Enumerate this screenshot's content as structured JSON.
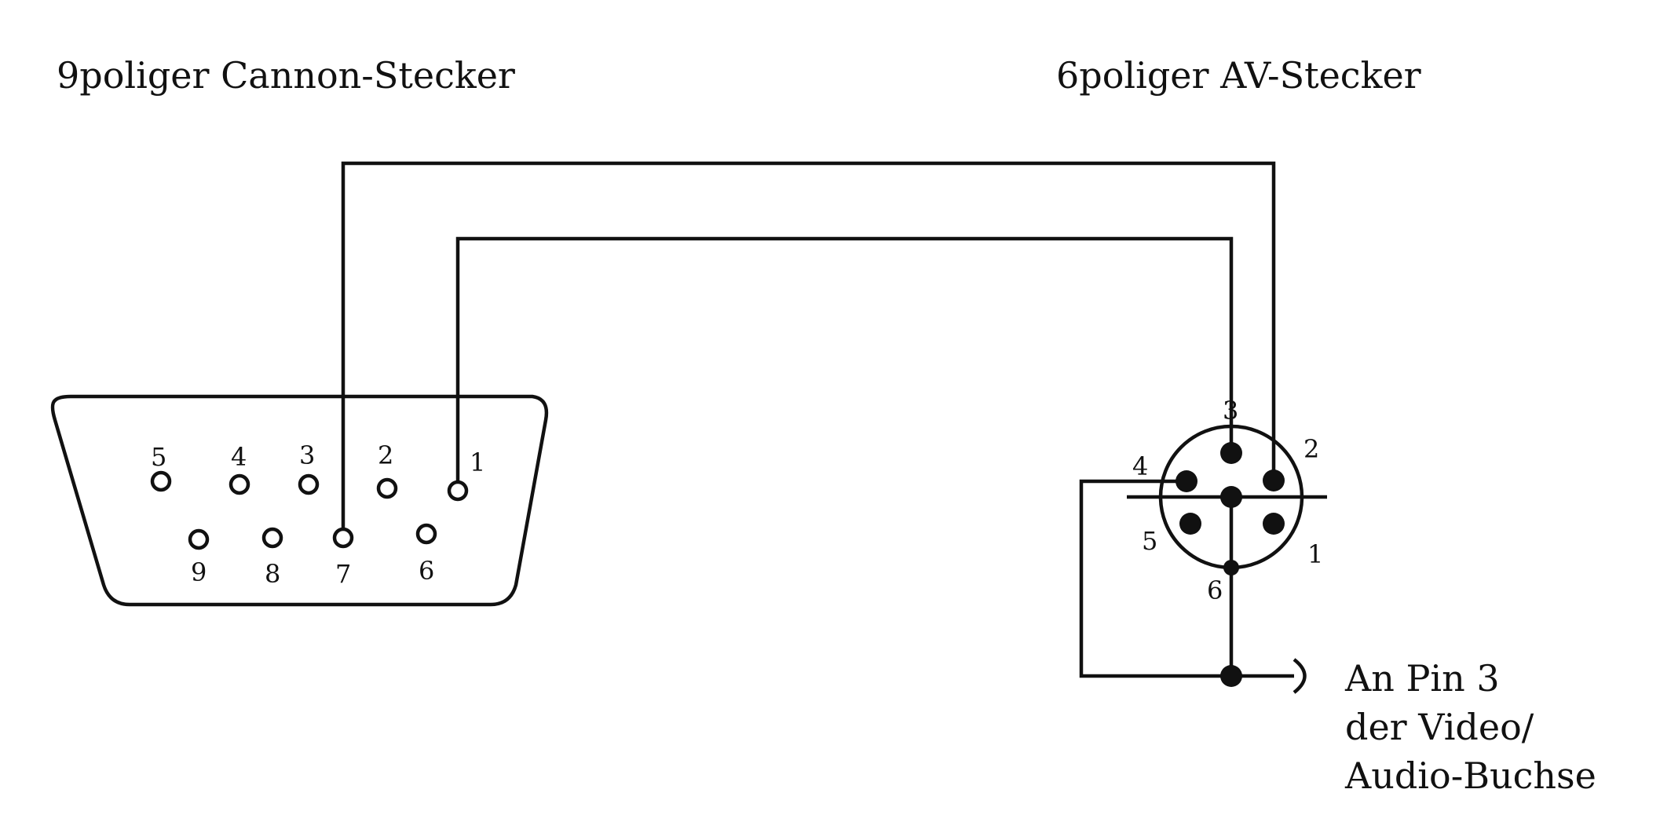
{
  "diagram": {
    "title_left": "9poliger Cannon-Stecker",
    "title_right": "6poliger AV-Stecker",
    "db9_pins": [
      "1",
      "2",
      "3",
      "4",
      "5",
      "6",
      "7",
      "8",
      "9"
    ],
    "din_pins": [
      "1",
      "2",
      "3",
      "4",
      "5",
      "6"
    ],
    "note_lines": [
      "An Pin 3",
      "der Video/",
      "Audio-Buchse"
    ]
  }
}
